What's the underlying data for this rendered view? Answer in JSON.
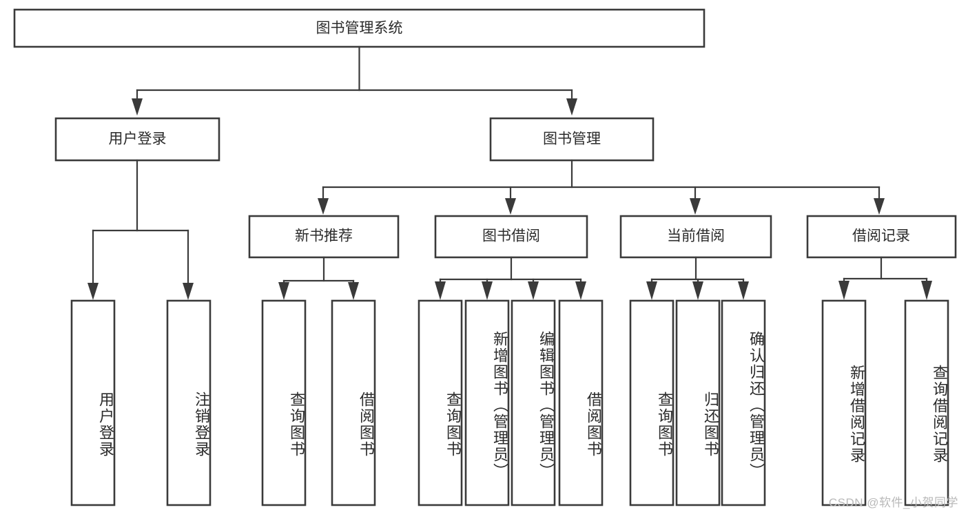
{
  "diagram": {
    "title": "图书管理系统",
    "type": "tree-hierarchy-diagram",
    "orientation": "top-down",
    "colors": {
      "box_stroke": "#3a3a3a",
      "box_fill": "#ffffff",
      "connector": "#3a3a3a",
      "text": "#2b2b2b",
      "background": "#ffffff",
      "watermark": "#b9b9b9"
    }
  },
  "root": {
    "label": "图书管理系统"
  },
  "level2": [
    {
      "label": "用户登录"
    },
    {
      "label": "图书管理"
    }
  ],
  "level3": [
    {
      "label": "新书推荐"
    },
    {
      "label": "图书借阅"
    },
    {
      "label": "当前借阅"
    },
    {
      "label": "借阅记录"
    }
  ],
  "leaves": {
    "user_login": [
      {
        "label": "用户登录"
      },
      {
        "label": "注销登录"
      }
    ],
    "new_book_recommend": [
      {
        "label": "查询图书"
      },
      {
        "label": "借阅图书"
      }
    ],
    "book_borrow": [
      {
        "label": "查询图书"
      },
      {
        "label": "新增图书（管理员）"
      },
      {
        "label": "编辑图书（管理员）"
      },
      {
        "label": "借阅图书"
      }
    ],
    "current_borrow": [
      {
        "label": "查询图书"
      },
      {
        "label": "归还图书"
      },
      {
        "label": "确认归还（管理员）"
      }
    ],
    "borrow_record": [
      {
        "label": "新增借阅记录"
      },
      {
        "label": "查询借阅记录"
      }
    ]
  },
  "watermark": {
    "text": "CSDN @软件_小贺同学"
  }
}
